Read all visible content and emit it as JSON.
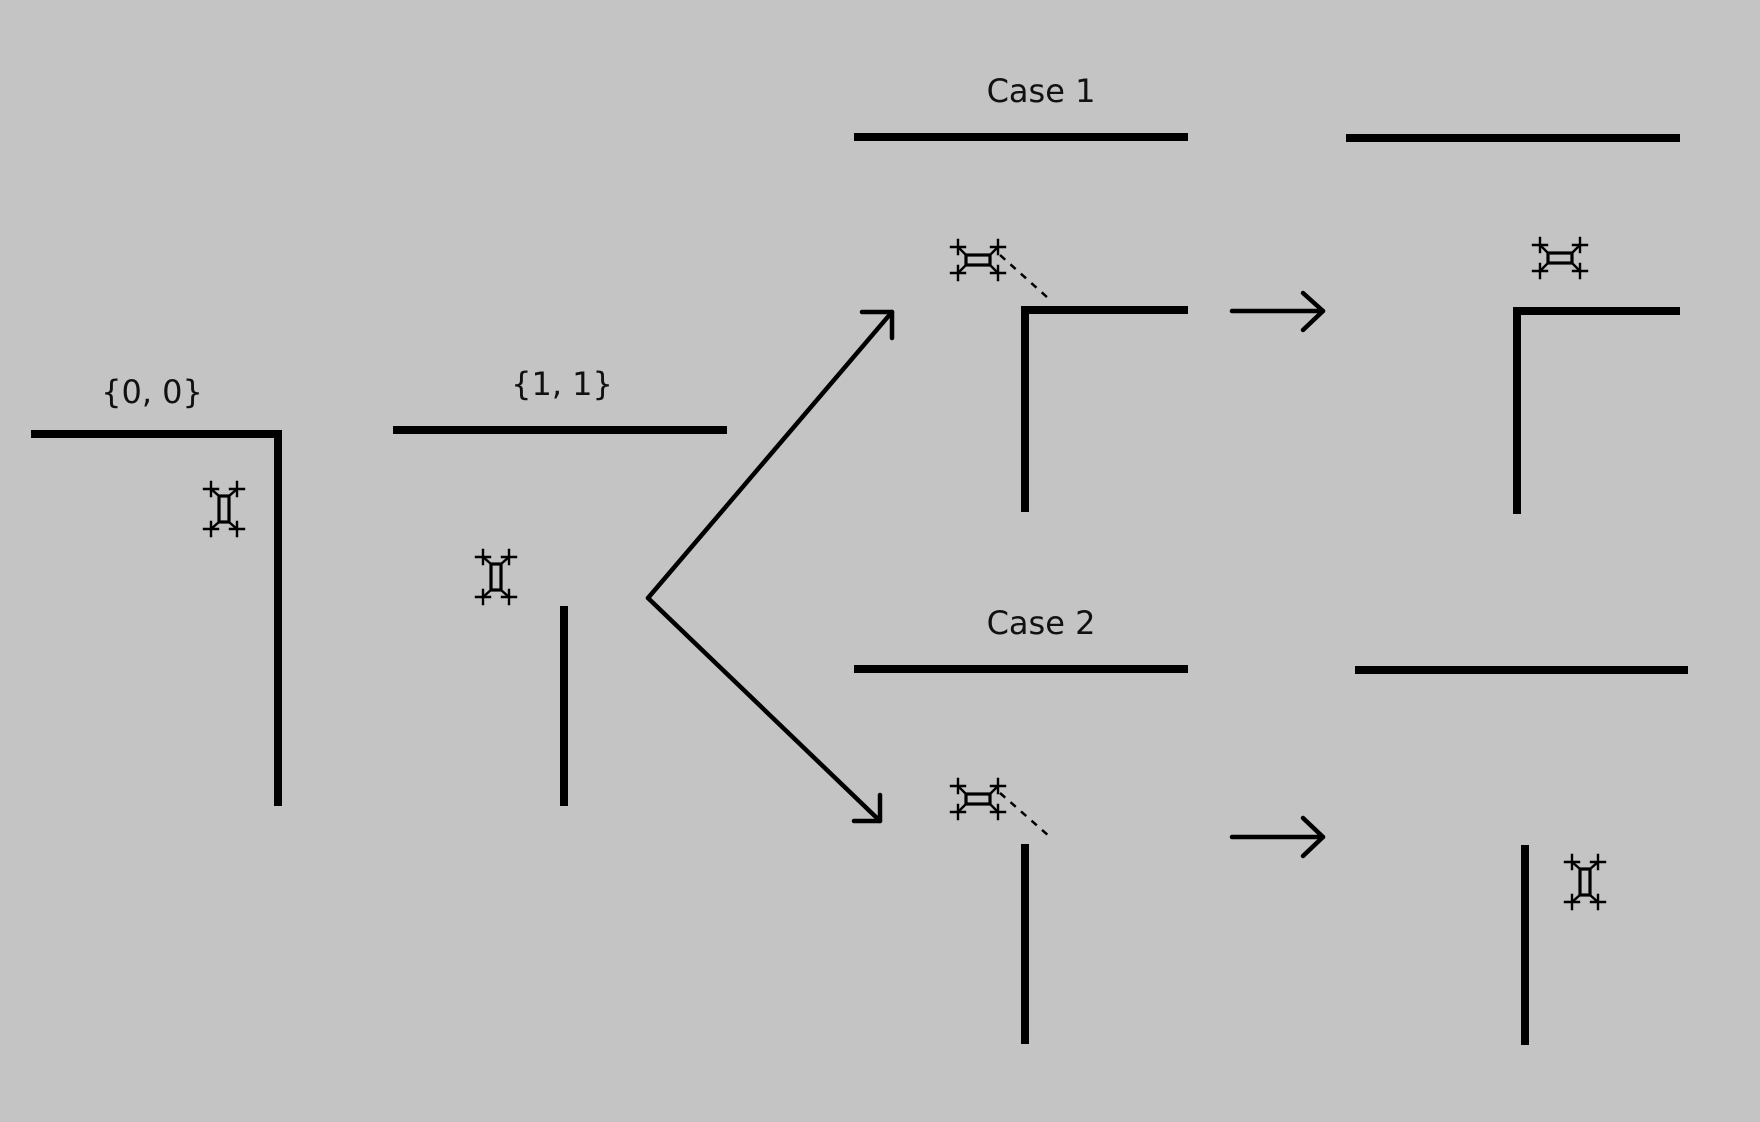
{
  "labels": {
    "state_00": "{0, 0}",
    "state_11": "{1, 1}",
    "case1": "Case 1",
    "case2": "Case 2"
  },
  "icons": {
    "robot": "quadcopter-icon"
  },
  "colors": {
    "background": "#c4c4c4",
    "ink": "#000000"
  }
}
